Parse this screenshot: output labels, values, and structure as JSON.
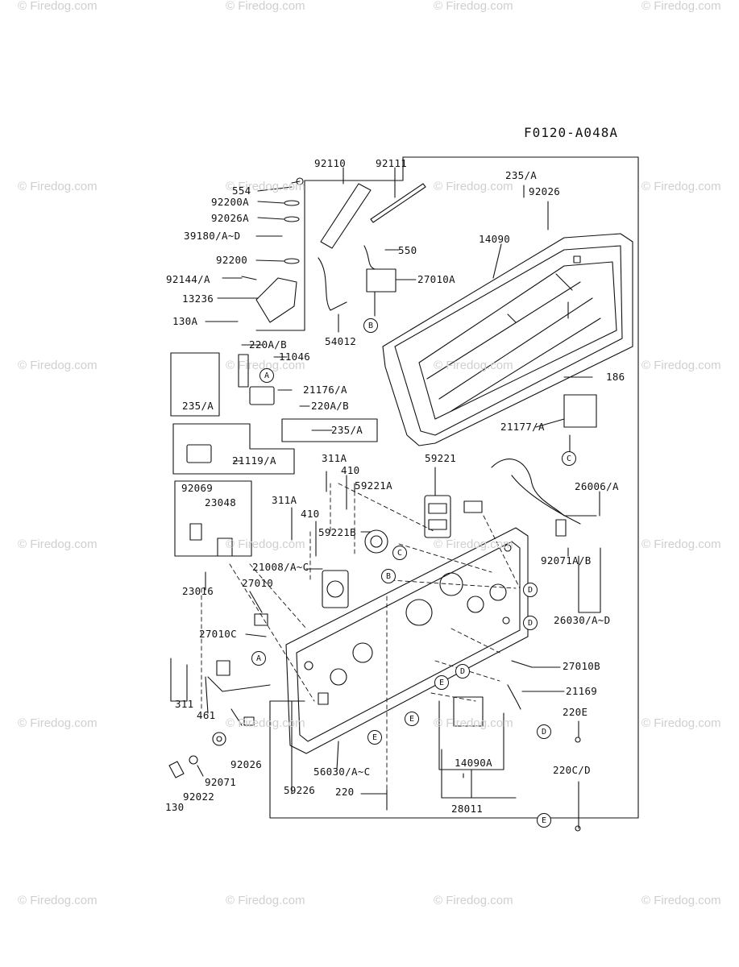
{
  "figure_code": "F0120-A048A",
  "watermark_text": "© Firedog.com",
  "part_labels": {
    "p554": "554",
    "p92110": "92110",
    "p92111": "92111",
    "p92200A": "92200A",
    "p92026A": "92026A",
    "p39180": "39180/A~D",
    "p92200": "92200",
    "p92144": "92144/A",
    "p13236": "13236",
    "p130A": "130A",
    "p550": "550",
    "p27010A": "27010A",
    "p54012": "54012",
    "p235A_top": "235/A",
    "p92026_top": "92026",
    "p14090": "14090",
    "p220AB_1": "220A/B",
    "p11046": "11046",
    "p21176": "21176/A",
    "p220AB_2": "220A/B",
    "p235A_box": "235/A",
    "p235A_small": "235/A",
    "p186": "186",
    "p21177": "21177/A",
    "p21119": "21119/A",
    "p311A_1": "311A",
    "p410_1": "410",
    "p59221": "59221",
    "p59221A": "59221A",
    "p92069": "92069",
    "p23048": "23048",
    "p311A_2": "311A",
    "p410_2": "410",
    "p59221B": "59221B",
    "p26006": "26006/A",
    "p21008": "21008/A~C",
    "p27010": "27010",
    "p92071AB": "92071A/B",
    "p23016": "23016",
    "p26030": "26030/A~D",
    "p27010C": "27010C",
    "p27010B": "27010B",
    "p21169": "21169",
    "p311": "311",
    "p461": "461",
    "p220E": "220E",
    "p92026_bot": "92026",
    "p92071": "92071",
    "p56030": "56030/A~C",
    "p14090A": "14090A",
    "p220CD": "220C/D",
    "p130": "130",
    "p92022": "92022",
    "p59226": "59226",
    "p220": "220",
    "p28011": "28011"
  },
  "callouts": [
    "A",
    "B",
    "C",
    "D",
    "E"
  ]
}
